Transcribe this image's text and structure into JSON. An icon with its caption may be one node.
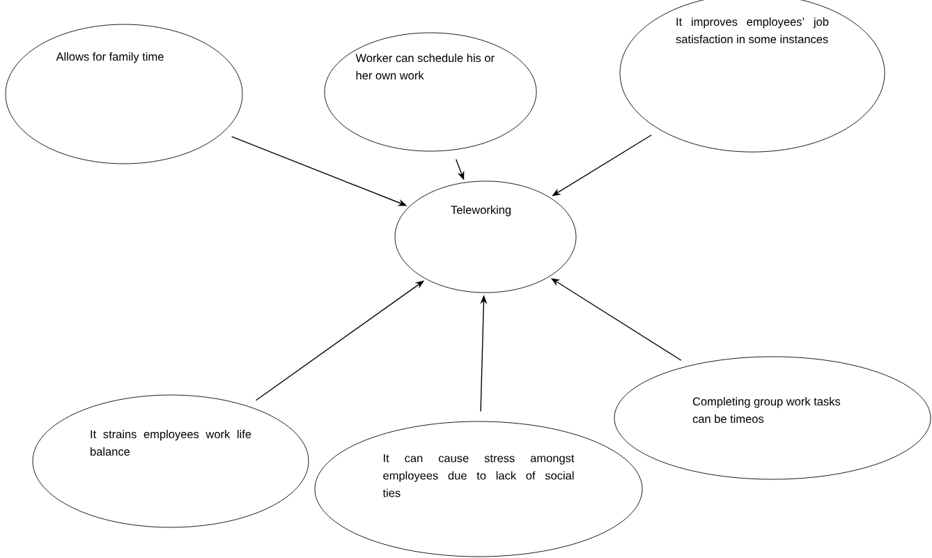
{
  "diagram": {
    "nodes": [
      {
        "text": [
          "Allows for family time"
        ]
      },
      {
        "text": [
          "Worker can schedule his or her own work"
        ]
      },
      {
        "text": [
          "It improves employees’ job satisfaction in some instances"
        ]
      },
      {
        "text": [
          "Teleworking"
        ]
      },
      {
        "text": [
          "It strains employees work life balance"
        ]
      },
      {
        "text": [
          "It can cause stress amongst employees due to lack of social ties"
        ]
      },
      {
        "text": [
          "Completing group work tasks can be timeos"
        ]
      }
    ],
    "edges": [
      {
        "from": 0,
        "to": 3,
        "arrow": "to"
      },
      {
        "from": 1,
        "to": 3,
        "arrow": "to"
      },
      {
        "from": 2,
        "to": 3,
        "arrow": "to"
      },
      {
        "from": 4,
        "to": 3,
        "arrow": "to"
      },
      {
        "from": 5,
        "to": 3,
        "arrow": "to"
      },
      {
        "from": 6,
        "to": 3,
        "arrow": "to"
      }
    ]
  }
}
